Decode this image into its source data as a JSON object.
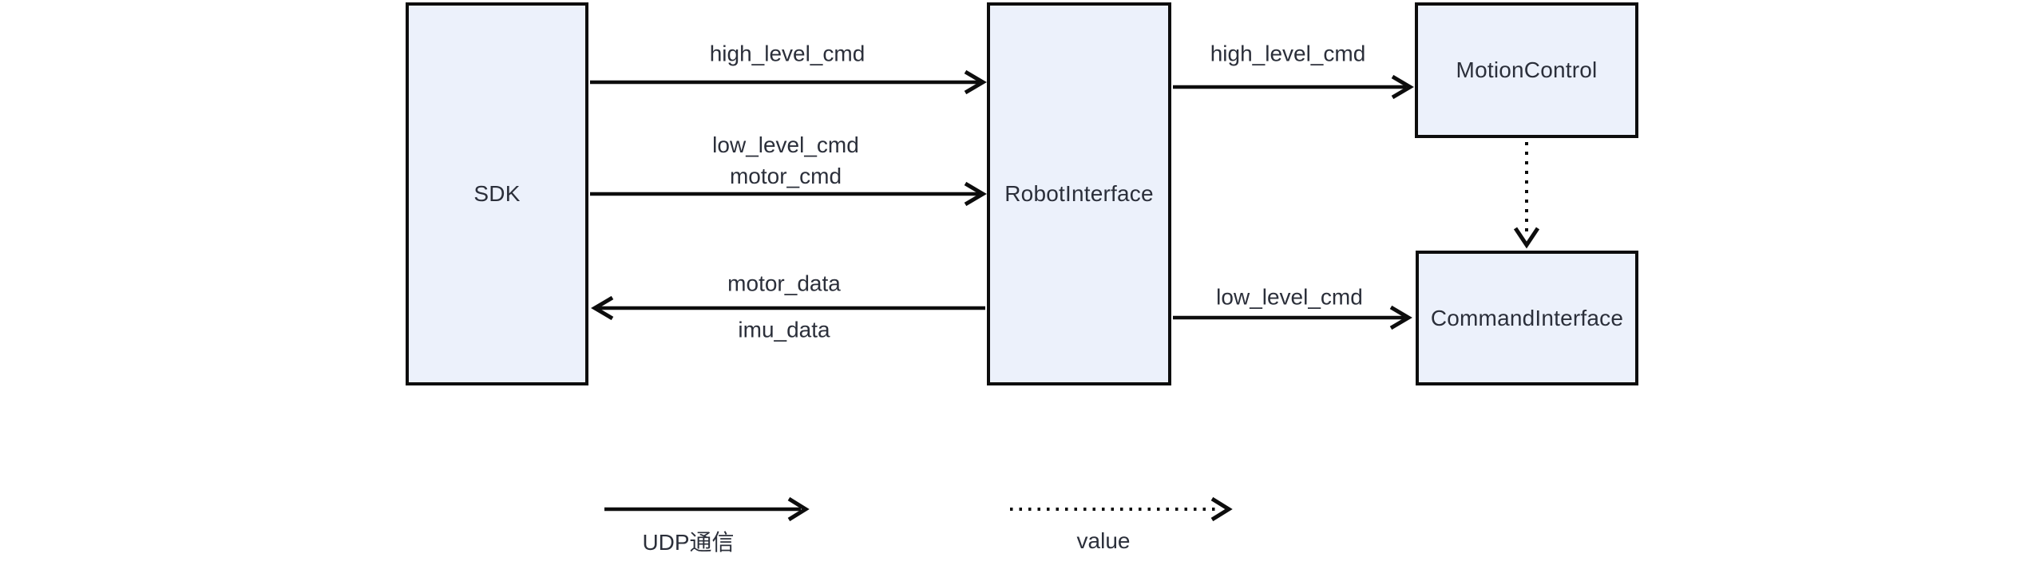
{
  "diagram": {
    "nodes": {
      "sdk": {
        "label": "SDK"
      },
      "robot_interface": {
        "label": "RobotInterface"
      },
      "motion_control": {
        "label": "MotionControl"
      },
      "command_interface": {
        "label": "CommandInterface"
      }
    },
    "edges": {
      "sdk_to_robot_high": {
        "label": "high_level_cmd"
      },
      "sdk_to_robot_low": {
        "label_line1": "low_level_cmd",
        "label_line2": "motor_cmd"
      },
      "robot_to_sdk": {
        "label_above": "motor_data",
        "label_below": "imu_data"
      },
      "robot_to_motion": {
        "label": "high_level_cmd"
      },
      "robot_to_command": {
        "label": "low_level_cmd"
      },
      "motion_to_command": {
        "label": ""
      }
    },
    "legend": {
      "solid_arrow": {
        "label": "UDP通信"
      },
      "dotted_arrow": {
        "label": "value"
      }
    },
    "colors": {
      "node_fill": "#ECF1FB",
      "stroke": "#0D0D0D",
      "text": "#2B2F3A",
      "background": "#FFFFFF"
    }
  }
}
